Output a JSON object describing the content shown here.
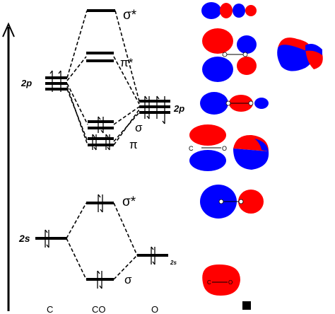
{
  "diagram": {
    "left_2p_label": "2p",
    "right_2p_label": "2p",
    "left_2s_label": "2s",
    "right_2s_label": "2s",
    "sigma_star_upper": "σ*",
    "pi_star": "π*",
    "sigma_mid": "σ",
    "pi_mid": "π",
    "sigma_star_lower": "σ*",
    "sigma_lower": "σ",
    "bottom_left": "C",
    "bottom_center": "CO",
    "bottom_right": "O",
    "orbital_atom_c": "C",
    "orbital_atom_o": "O"
  },
  "colors": {
    "lobe_red": "#ff0000",
    "lobe_blue": "#0000ff",
    "line": "#000000"
  }
}
